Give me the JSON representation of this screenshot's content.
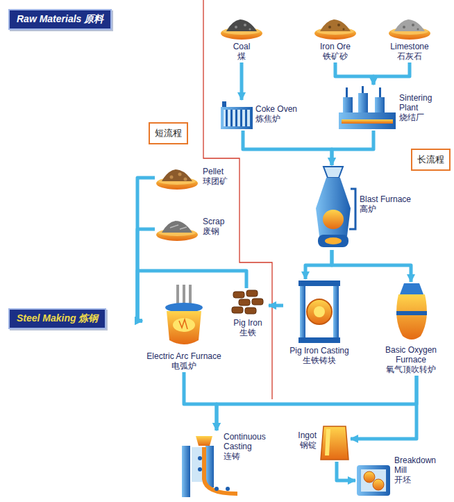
{
  "diagram": {
    "nodes": [
      {
        "text": [
          "Raw Materials 原料"
        ]
      },
      {
        "text": [
          "Coal",
          "煤"
        ]
      },
      {
        "text": [
          "Iron Ore",
          "铁矿砂"
        ]
      },
      {
        "text": [
          "Limestone",
          "石灰石"
        ]
      },
      {
        "text": [
          "短流程"
        ]
      },
      {
        "text": [
          "Coke Oven",
          "炼焦炉"
        ]
      },
      {
        "text": [
          "Sintering Plant",
          "烧结厂"
        ]
      },
      {
        "text": [
          "长流程"
        ]
      },
      {
        "text": [
          "Pellet",
          "球团矿"
        ]
      },
      {
        "text": [
          "Blast Furnace",
          "高炉"
        ]
      },
      {
        "text": [
          "Scrap",
          "废钢"
        ]
      },
      {
        "text": [
          "Steel Making 炼钢"
        ]
      },
      {
        "text": [
          "Electric Arc Furnace",
          "电弧炉"
        ]
      },
      {
        "text": [
          "Pig Iron",
          "生铁"
        ]
      },
      {
        "text": [
          "Pig Iron Casting",
          "生铁铸块"
        ]
      },
      {
        "text": [
          "Basic Oxygen Furnace",
          "氧气顶吹转炉"
        ]
      },
      {
        "text": [
          "Continuous Casting",
          "连铸"
        ]
      },
      {
        "text": [
          "Ingot",
          "钢锭"
        ]
      },
      {
        "text": [
          "Breakdown Mill",
          "开坯"
        ]
      }
    ],
    "edges": [
      {
        "from": 1,
        "to": 5,
        "arrow": "to"
      },
      {
        "from": 2,
        "to": 6,
        "arrow": "to"
      },
      {
        "from": 3,
        "to": 6,
        "arrow": "to"
      },
      {
        "from": 5,
        "to": 9,
        "arrow": "to"
      },
      {
        "from": 6,
        "to": 9,
        "arrow": "to"
      },
      {
        "from": 9,
        "to": 14,
        "arrow": "to"
      },
      {
        "from": 9,
        "to": 15,
        "arrow": "to"
      },
      {
        "from": 14,
        "to": 13,
        "arrow": "to"
      },
      {
        "from": 13,
        "to": 12,
        "arrow": "to"
      },
      {
        "from": 8,
        "to": 12,
        "arrow": "to"
      },
      {
        "from": 10,
        "to": 12,
        "arrow": "to"
      },
      {
        "from": 12,
        "to": 16,
        "arrow": "to"
      },
      {
        "from": 15,
        "to": 16,
        "arrow": "to"
      },
      {
        "from": 15,
        "to": 17,
        "arrow": "to"
      },
      {
        "from": 17,
        "to": 18,
        "arrow": "to"
      }
    ]
  }
}
